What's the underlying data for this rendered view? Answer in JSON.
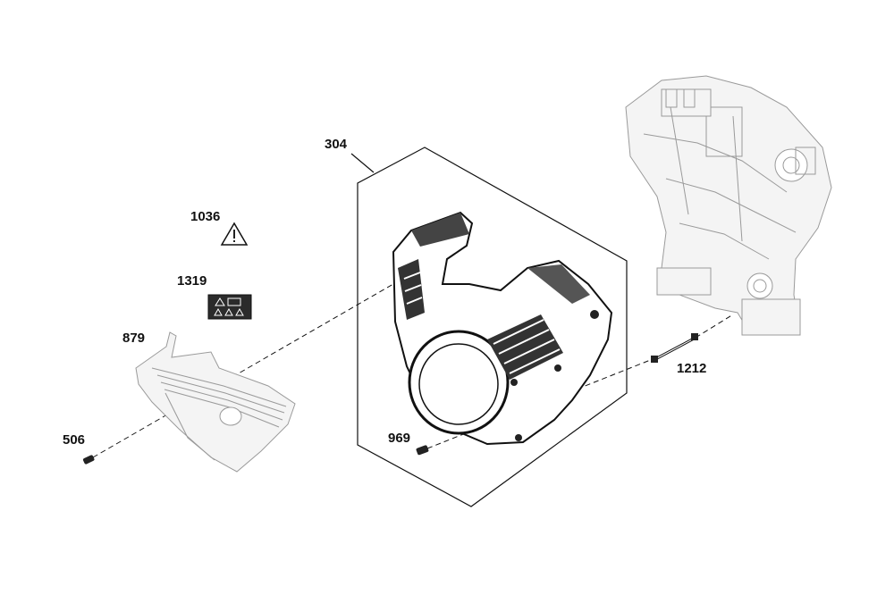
{
  "diagram": {
    "labels": {
      "p304": "304",
      "p1036": "1036",
      "p1319": "1319",
      "p879": "879",
      "p506": "506",
      "p969": "969",
      "p1212": "1212"
    },
    "icons": [
      "warning-triangle-icon",
      "warning-label-icon"
    ]
  }
}
